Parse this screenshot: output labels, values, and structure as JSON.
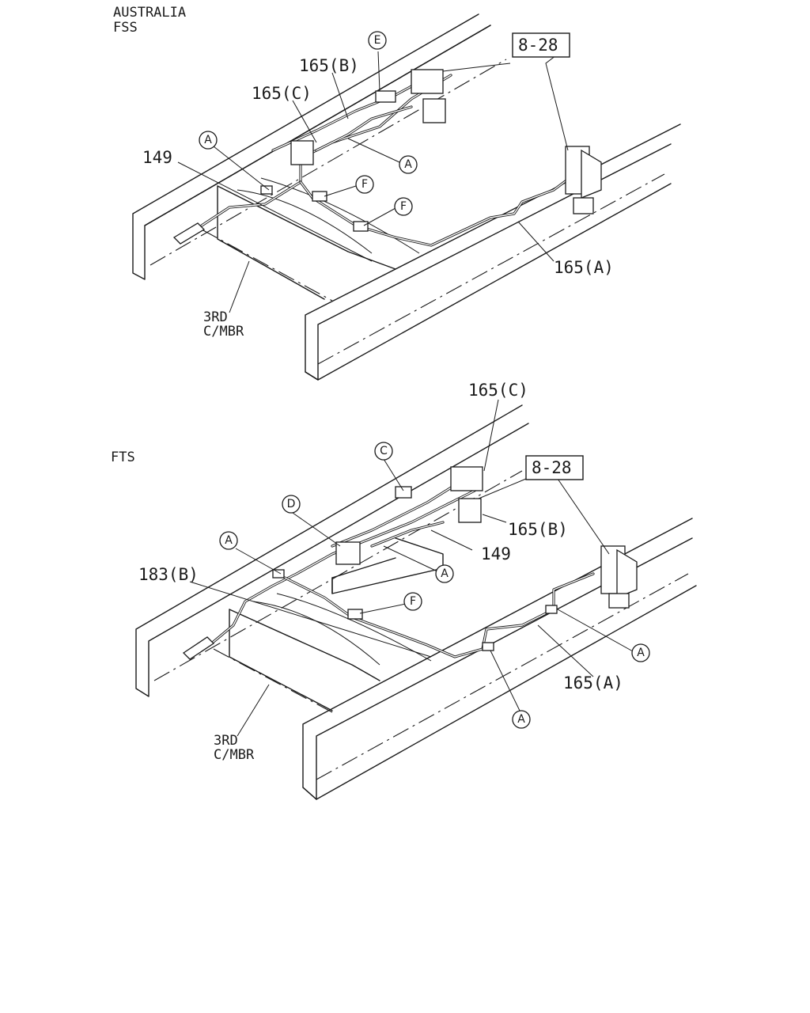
{
  "top": {
    "caption_line1": "AUSTRALIA",
    "caption_line2": "FSS",
    "callouts": {
      "ref_box": "8-28",
      "c165b": "165(B)",
      "c165c": "165(C)",
      "c149": "149",
      "c165a": "165(A)",
      "member1": "3RD",
      "member2": "C/MBR"
    },
    "circles": {
      "e": "E",
      "a1": "A",
      "a2": "A",
      "f1": "F",
      "f2": "F"
    }
  },
  "bottom": {
    "caption": "FTS",
    "callouts": {
      "c165c": "165(C)",
      "ref_box": "8-28",
      "c165b": "165(B)",
      "c149": "149",
      "c183b": "183(B)",
      "c165a": "165(A)",
      "member1": "3RD",
      "member2": "C/MBR"
    },
    "circles": {
      "c": "C",
      "d": "D",
      "a1": "A",
      "a2": "A",
      "f": "F",
      "a3": "A",
      "a4": "A"
    }
  }
}
